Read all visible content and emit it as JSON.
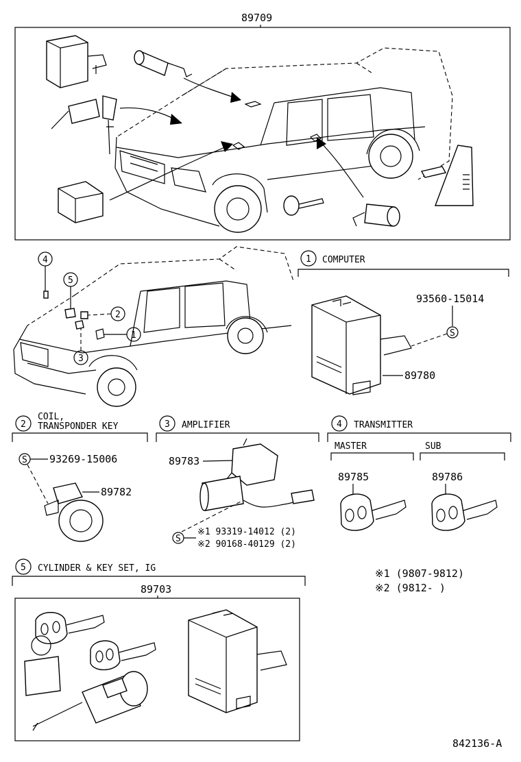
{
  "top": {
    "part_number": "89709"
  },
  "index": [
    {
      "num": "1",
      "name": "COMPUTER"
    },
    {
      "num": "2",
      "name_line1": "COIL,",
      "name_line2": "TRANSPONDER KEY"
    },
    {
      "num": "3",
      "name": "AMPLIFIER"
    },
    {
      "num": "4",
      "name": "TRANSMITTER"
    },
    {
      "num": "5",
      "name": "CYLINDER & KEY SET, IG"
    }
  ],
  "callouts": [
    "4",
    "5",
    "2",
    "1",
    "3"
  ],
  "computer": {
    "screw": "93560-15014",
    "screw_mark": "S",
    "part": "89780"
  },
  "coil": {
    "screw": "93269-15006",
    "screw_mark": "S",
    "part": "89782"
  },
  "amplifier": {
    "part_top": "89783",
    "screw_mark": "S",
    "screw_line1": "※1 93319-14012 (2)",
    "screw_line2": "※2 90168-40129 (2)"
  },
  "transmitter": {
    "master_label": "MASTER",
    "sub_label": "SUB",
    "master_part": "89785",
    "sub_part": "89786"
  },
  "cylinder": {
    "part": "89703"
  },
  "notes": {
    "note1": "※1  (9807-9812)",
    "note2": "※2  (9812-     )"
  },
  "footer": {
    "diagram_id": "842136-A"
  }
}
